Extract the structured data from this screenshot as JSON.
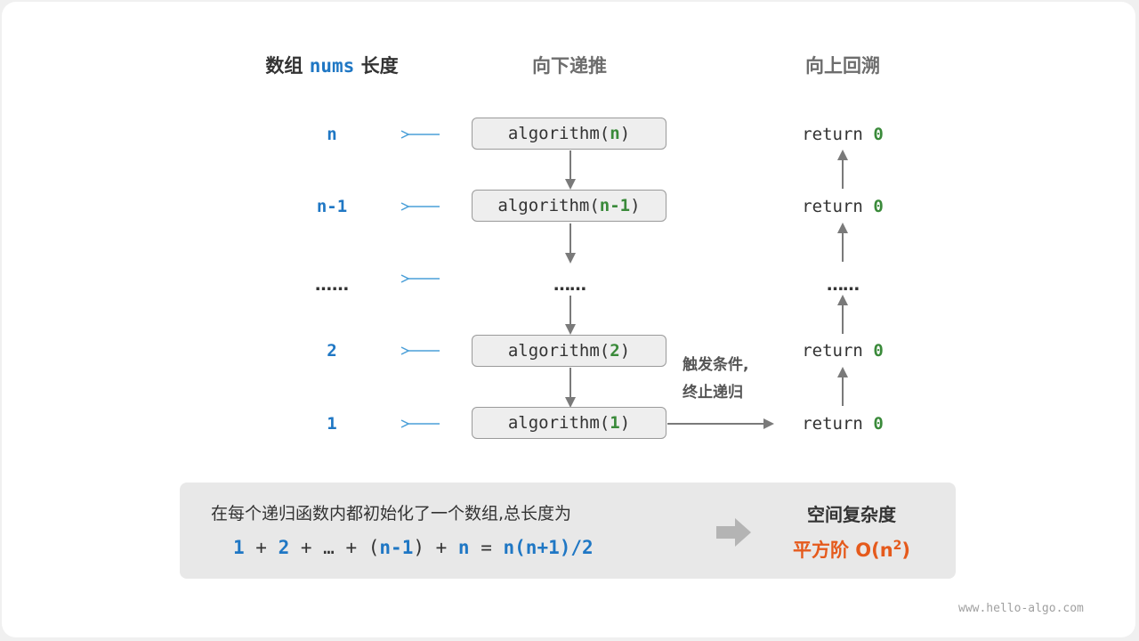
{
  "headers": {
    "array_length": {
      "prefix": "数组",
      "mid": "nums",
      "suffix": "长度"
    },
    "recurse_down": "向下递推",
    "backtrack_up": "向上回溯"
  },
  "sizes": [
    "n",
    "n-1",
    "……",
    "2",
    "1"
  ],
  "calls": [
    {
      "fn": "algorithm(",
      "arg": "n",
      "close": ")"
    },
    {
      "fn": "algorithm(",
      "arg": "n-1",
      "close": ")"
    },
    {
      "ellipsis": "……"
    },
    {
      "fn": "algorithm(",
      "arg": "2",
      "close": ")"
    },
    {
      "fn": "algorithm(",
      "arg": "1",
      "close": ")"
    }
  ],
  "returns": {
    "keyword": "return",
    "value": "0",
    "ellipsis": "……"
  },
  "trigger": {
    "line1": "触发条件,",
    "line2": "终止递归"
  },
  "summary": {
    "line1": "在每个递归函数内都初始化了一个数组,总长度为",
    "formula": {
      "t1": "1",
      "p1": " + ",
      "t2": "2",
      "p2": " + … + (",
      "t3": "n-1",
      "p3": ") + ",
      "t4": "n",
      "p4": " = ",
      "t5": "n(n+1)/2"
    }
  },
  "space": {
    "title": "空间复杂度",
    "order_label": "平方阶",
    "order_expr": "O(n",
    "order_exp": "2",
    "order_close": ")"
  },
  "watermark": "www.hello-algo.com",
  "colors": {
    "blue": "#1f77c4",
    "green": "#3a8a3a",
    "orange": "#e55a1c",
    "arrow_gray": "#7a7a7a",
    "arrow_blue": "#4a9fd8"
  }
}
